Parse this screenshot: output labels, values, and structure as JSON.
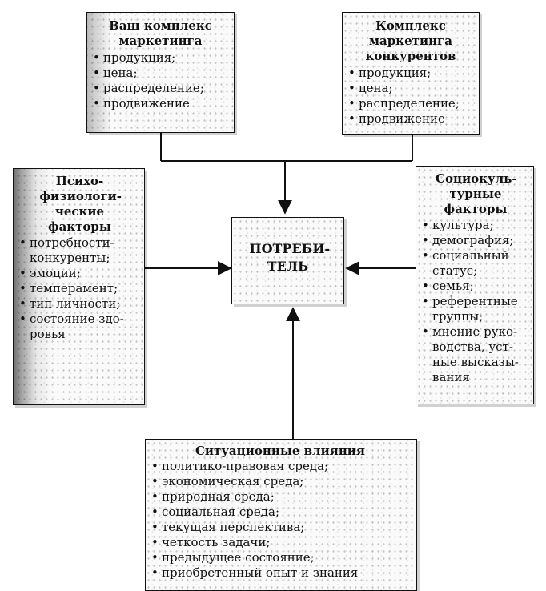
{
  "your_mix": {
    "title": "Ваш комплекс маркетинга",
    "items": [
      "продукция;",
      "цена;",
      "распределение;",
      "продвижение"
    ]
  },
  "competitor_mix": {
    "title": "Комплекс маркетинга конкурентов",
    "items": [
      "продукция;",
      "цена;",
      "распределение;",
      "продвижение"
    ]
  },
  "psycho": {
    "title": "Психо-физиологи-ческие факторы",
    "items": [
      "потребности-конкуренты;",
      "эмоции;",
      "темперамент;",
      "тип личности;",
      "состояние здо-ровья"
    ]
  },
  "consumer": {
    "title": "ПОТРЕБИ-ТЕЛЬ"
  },
  "socio": {
    "title": "Социокуль-турные факторы",
    "items": [
      "культура;",
      "демография;",
      "социальный статус;",
      "семья;",
      "референтные группы;",
      "мнение руко-водства, уст-ные высказы-вания"
    ]
  },
  "situational": {
    "title": "Ситуационные влияния",
    "items": [
      "политико-правовая среда;",
      "экономическая среда;",
      "природная среда;",
      "социальная среда;",
      "текущая перспектива;",
      "четкость задачи;",
      "предыдущее состояние;",
      "приобретенный опыт и знания"
    ]
  }
}
